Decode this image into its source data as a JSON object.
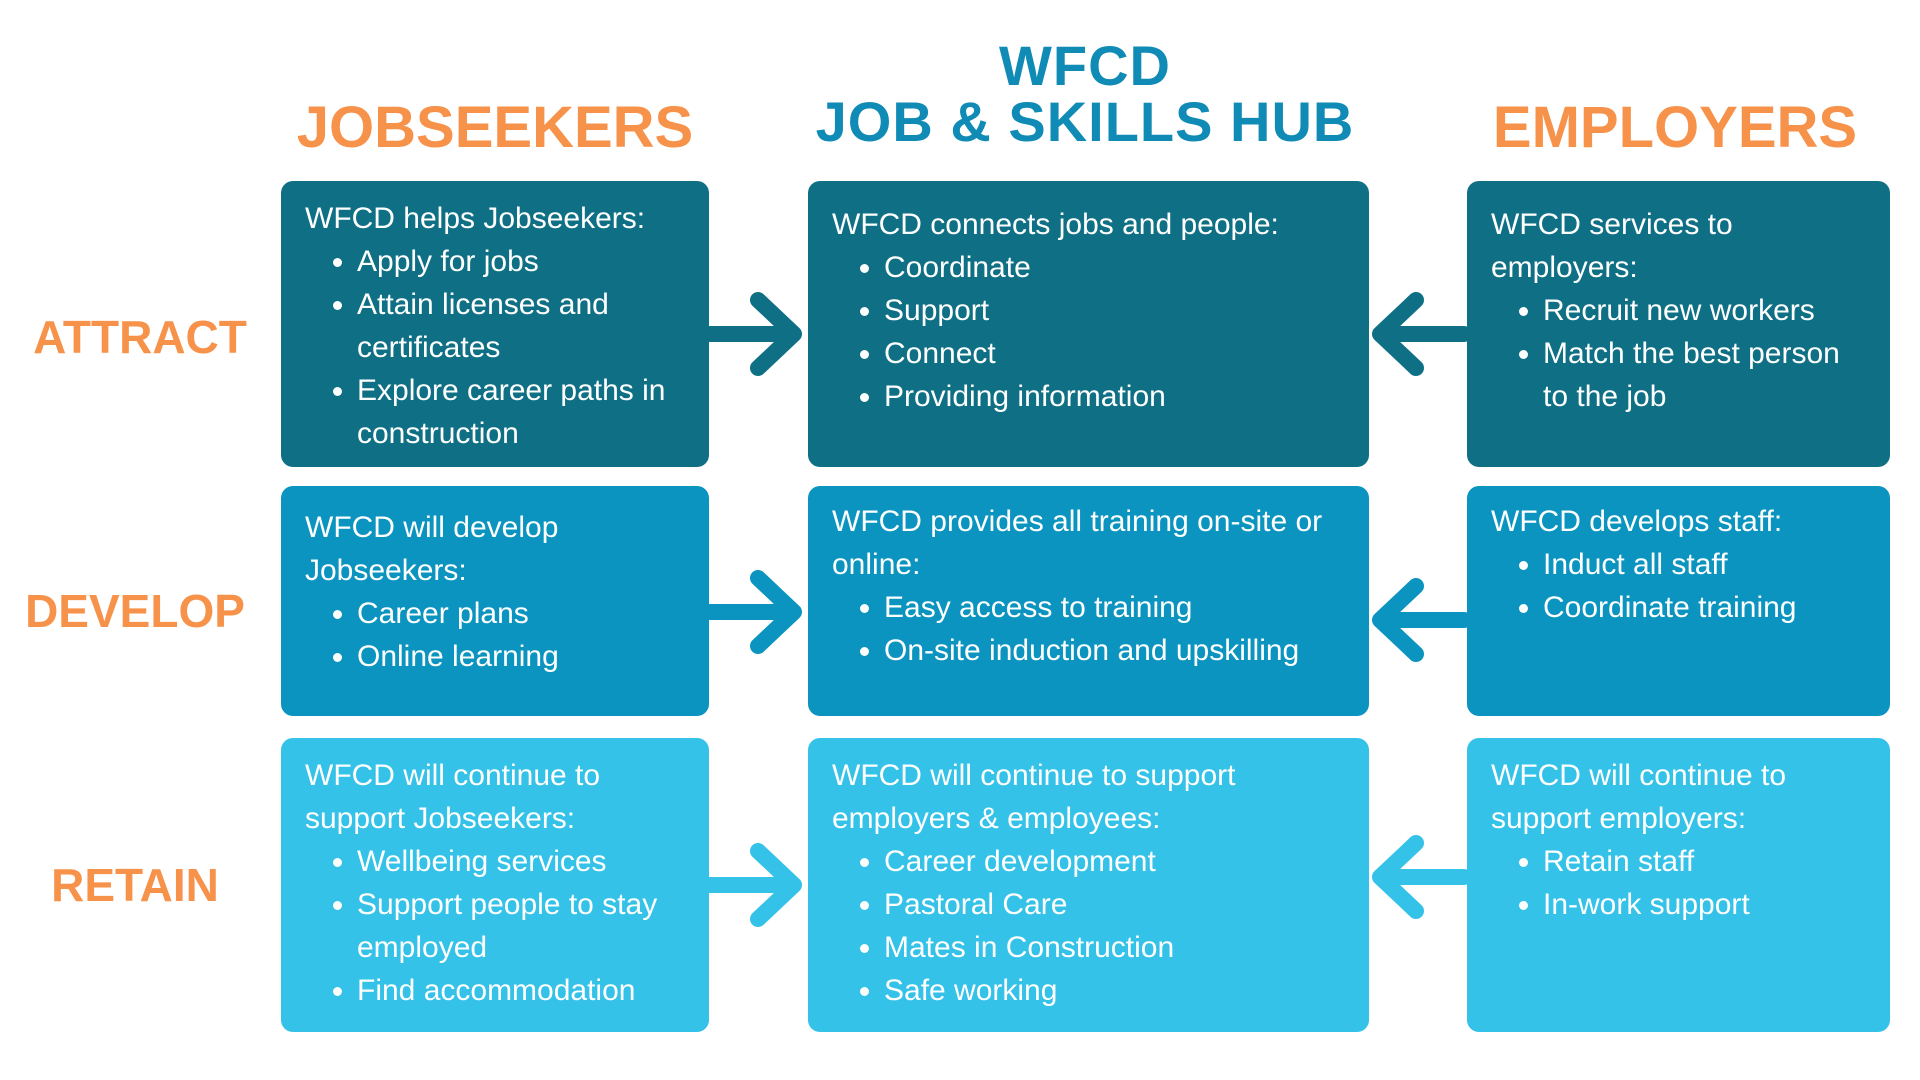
{
  "title": {
    "line1": "WFCD",
    "line2": "JOB & SKILLS HUB"
  },
  "columns": {
    "jobseekers": "JOBSEEKERS",
    "employers": "EMPLOYERS"
  },
  "rows": {
    "attract": "ATTRACT",
    "develop": "DEVELOP",
    "retain": "RETAIN"
  },
  "colors": {
    "heading_orange": "#f7924a",
    "hub_blue": "#0f8bb5",
    "row1_box": "#0f7085",
    "row2_box": "#0a94bf",
    "row3_box": "#34c2e8"
  },
  "cells": {
    "attract": {
      "jobseekers": {
        "intro": "WFCD helps Jobseekers:",
        "items": [
          "Apply for jobs",
          "Attain licenses and certificates",
          "Explore career paths in construction"
        ]
      },
      "hub": {
        "intro": "WFCD connects jobs and people:",
        "items": [
          "Coordinate",
          "Support",
          "Connect",
          "Providing information"
        ]
      },
      "employers": {
        "intro": "WFCD services to employers:",
        "items": [
          "Recruit new workers",
          "Match the best person to the job"
        ]
      }
    },
    "develop": {
      "jobseekers": {
        "intro": "WFCD will develop Jobseekers:",
        "items": [
          "Career plans",
          "Online learning"
        ]
      },
      "hub": {
        "intro": "WFCD provides all training on-site or online:",
        "items": [
          "Easy access to training",
          "On-site induction and upskilling"
        ]
      },
      "employers": {
        "intro": "WFCD develops staff:",
        "items": [
          "Induct all staff",
          "Coordinate training"
        ]
      }
    },
    "retain": {
      "jobseekers": {
        "intro": "WFCD will continue to support Jobseekers:",
        "items": [
          "Wellbeing services",
          "Support people to stay employed",
          "Find accommodation"
        ]
      },
      "hub": {
        "intro": "WFCD will continue to support employers & employees:",
        "items": [
          "Career development",
          "Pastoral Care",
          "Mates in Construction",
          "Safe working"
        ]
      },
      "employers": {
        "intro": "WFCD will continue to support employers:",
        "items": [
          "Retain staff",
          "In-work support"
        ]
      }
    }
  }
}
